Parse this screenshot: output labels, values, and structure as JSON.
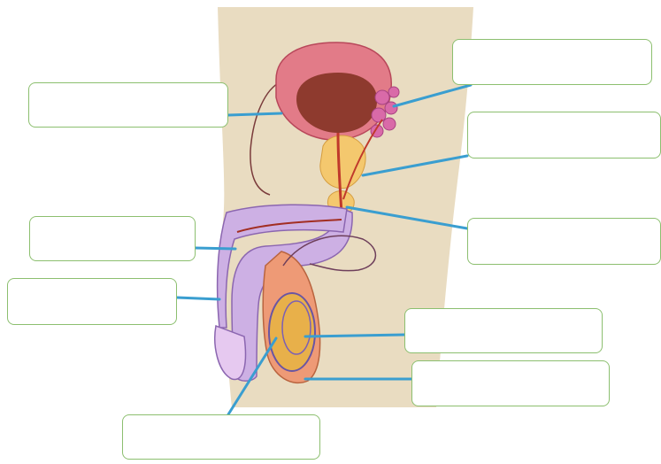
{
  "labels": [
    {
      "id": "label-1",
      "text": ""
    },
    {
      "id": "label-2",
      "text": ""
    },
    {
      "id": "label-3",
      "text": ""
    },
    {
      "id": "label-4",
      "text": ""
    },
    {
      "id": "label-5",
      "text": ""
    },
    {
      "id": "label-6",
      "text": ""
    },
    {
      "id": "label-7",
      "text": ""
    },
    {
      "id": "label-8",
      "text": ""
    },
    {
      "id": "label-9",
      "text": ""
    }
  ],
  "colors": {
    "background": "#ffffff",
    "body_skin": "#e9dcc1",
    "leader_line": "#3a9ed0",
    "box_border": "#8cbf6f",
    "bladder": "#e27b88",
    "bladder_inner": "#8e3a2e",
    "penis_sheath": "#cdb0e4",
    "testis": "#ee9a76",
    "gland": "#f4c86e",
    "duct": "#c0392b"
  }
}
